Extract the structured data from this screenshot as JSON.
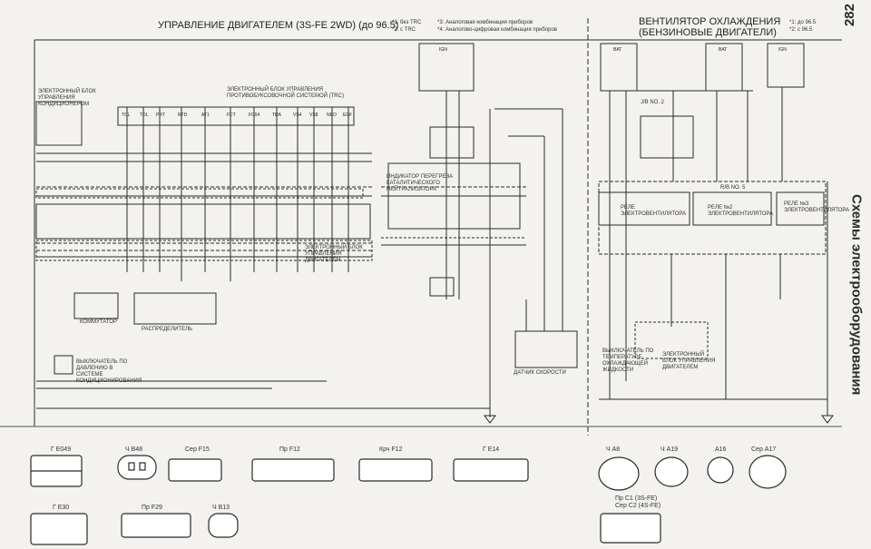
{
  "page_number": "282",
  "side_title": "Схемы электрооборудования",
  "left_section": {
    "title": "УПРАВЛЕНИЕ ДВИГАТЕЛЕМ (3S-FE 2WD) (до 96.5)",
    "notes": [
      "*1: без TRC",
      "*2: с TRC",
      "*3: Аналоговая комбинация приборов",
      "*4: Аналогово-цифровая комбинация приборов"
    ]
  },
  "right_section": {
    "title_line1": "ВЕНТИЛЯТОР ОХЛАЖДЕНИЯ",
    "title_line2": "(БЕНЗИНОВЫЕ ДВИГАТЕЛИ)",
    "range_label": "(до 96.5)",
    "notes": [
      "*1: до 96.5",
      "*2: с 96.5"
    ]
  },
  "blocks": {
    "ac_ecu": "ЭЛЕКТРОННЫЙ БЛОК УПРАВЛЕНИЯ КОНДИЦИОНЕРОМ",
    "trc_ecu": "ЭЛЕКТРОННЫЙ БЛОК УПРАВЛЕНИЯ ПРОТИВОБУКСОВОЧНОЙ СИСТЕМОЙ (TRC)",
    "engine_ecu": "ЭЛЕКТРОННЫЙ БЛОК УПРАВЛЕНИЯ ДВИГАТЕЛЕМ",
    "overheat_indicator": "ИНДИКАТОР ПЕРЕГРЕВА КАТАЛИТИЧЕСКОГО НЕЙТРАЛИЗАТОРА",
    "commutator": "КОММУТАТОР",
    "distributor": "РАСПРЕДЕЛИТЕЛЬ",
    "pressure_switch": "ВЫКЛЮЧАТЕЛЬ ПО ДАВЛЕНИЮ В СИСТЕМЕ КОНДИЦИОНИРОВАНИЯ",
    "speed_sensor": "ДАТЧИК СКОРОСТИ",
    "relay_block": "R/B NO. 5",
    "jb_no2": "J/B NO. 2",
    "fan_relay_1": "РЕЛЕ ЭЛЕКТРОВЕНТИЛЯТОРА",
    "fan_relay_2": "РЕЛЕ №2 ЭЛЕКТРОВЕНТИЛЯТОРА",
    "fan_relay_3": "РЕЛЕ №3 ЭЛЕКТРОВЕНТИЛЯТОРА",
    "coolant_temp": "ВЫКЛЮЧАТЕЛЬ ПО ТЕМПЕРАТУРЕ ОХЛАЖДАЮЩЕЙ ЖИДКОСТИ",
    "engine_ecu_right": "ЭЛЕКТРОННЫЙ БЛОК УПРАВЛЕНИЯ ДВИГАТЕЛЕМ"
  },
  "ecu_pins": [
    "TCL",
    "TDL",
    "PRT",
    "RTD",
    "AT1",
    "FCT",
    "FC04",
    "TRA",
    "VS4",
    "VS8",
    "NEO",
    "EDF"
  ],
  "fuses": {
    "ig1": "IGN",
    "bat1": "BAT",
    "bat2": "BAT",
    "ig2": "IGN"
  },
  "connectors": {
    "row1": [
      {
        "id": "E8-49",
        "label": "Г E049"
      },
      {
        "id": "B48",
        "label": "Ч B48"
      },
      {
        "id": "F15",
        "label": "Сер F15"
      },
      {
        "id": "F12a",
        "label": "Пр F12"
      },
      {
        "id": "F12b",
        "label": "Крч F12"
      },
      {
        "id": "E14",
        "label": "Г E14"
      }
    ],
    "row2": [
      {
        "id": "E30",
        "label": "Г E30"
      },
      {
        "id": "F29",
        "label": "Пр F29"
      },
      {
        "id": "B13",
        "label": "Ч B13"
      }
    ],
    "right_row": [
      {
        "id": "A8",
        "label": "Ч A8"
      },
      {
        "id": "A19",
        "label": "Ч A19"
      },
      {
        "id": "A16",
        "label": "A16"
      },
      {
        "id": "A17",
        "label": "Сер A17"
      }
    ],
    "right_note": "Пр C1 (3S-FE)\nСер C2 (4S-FE)"
  },
  "colors": {
    "paper": "#f3f2ee",
    "ink": "#2a2a2a"
  }
}
